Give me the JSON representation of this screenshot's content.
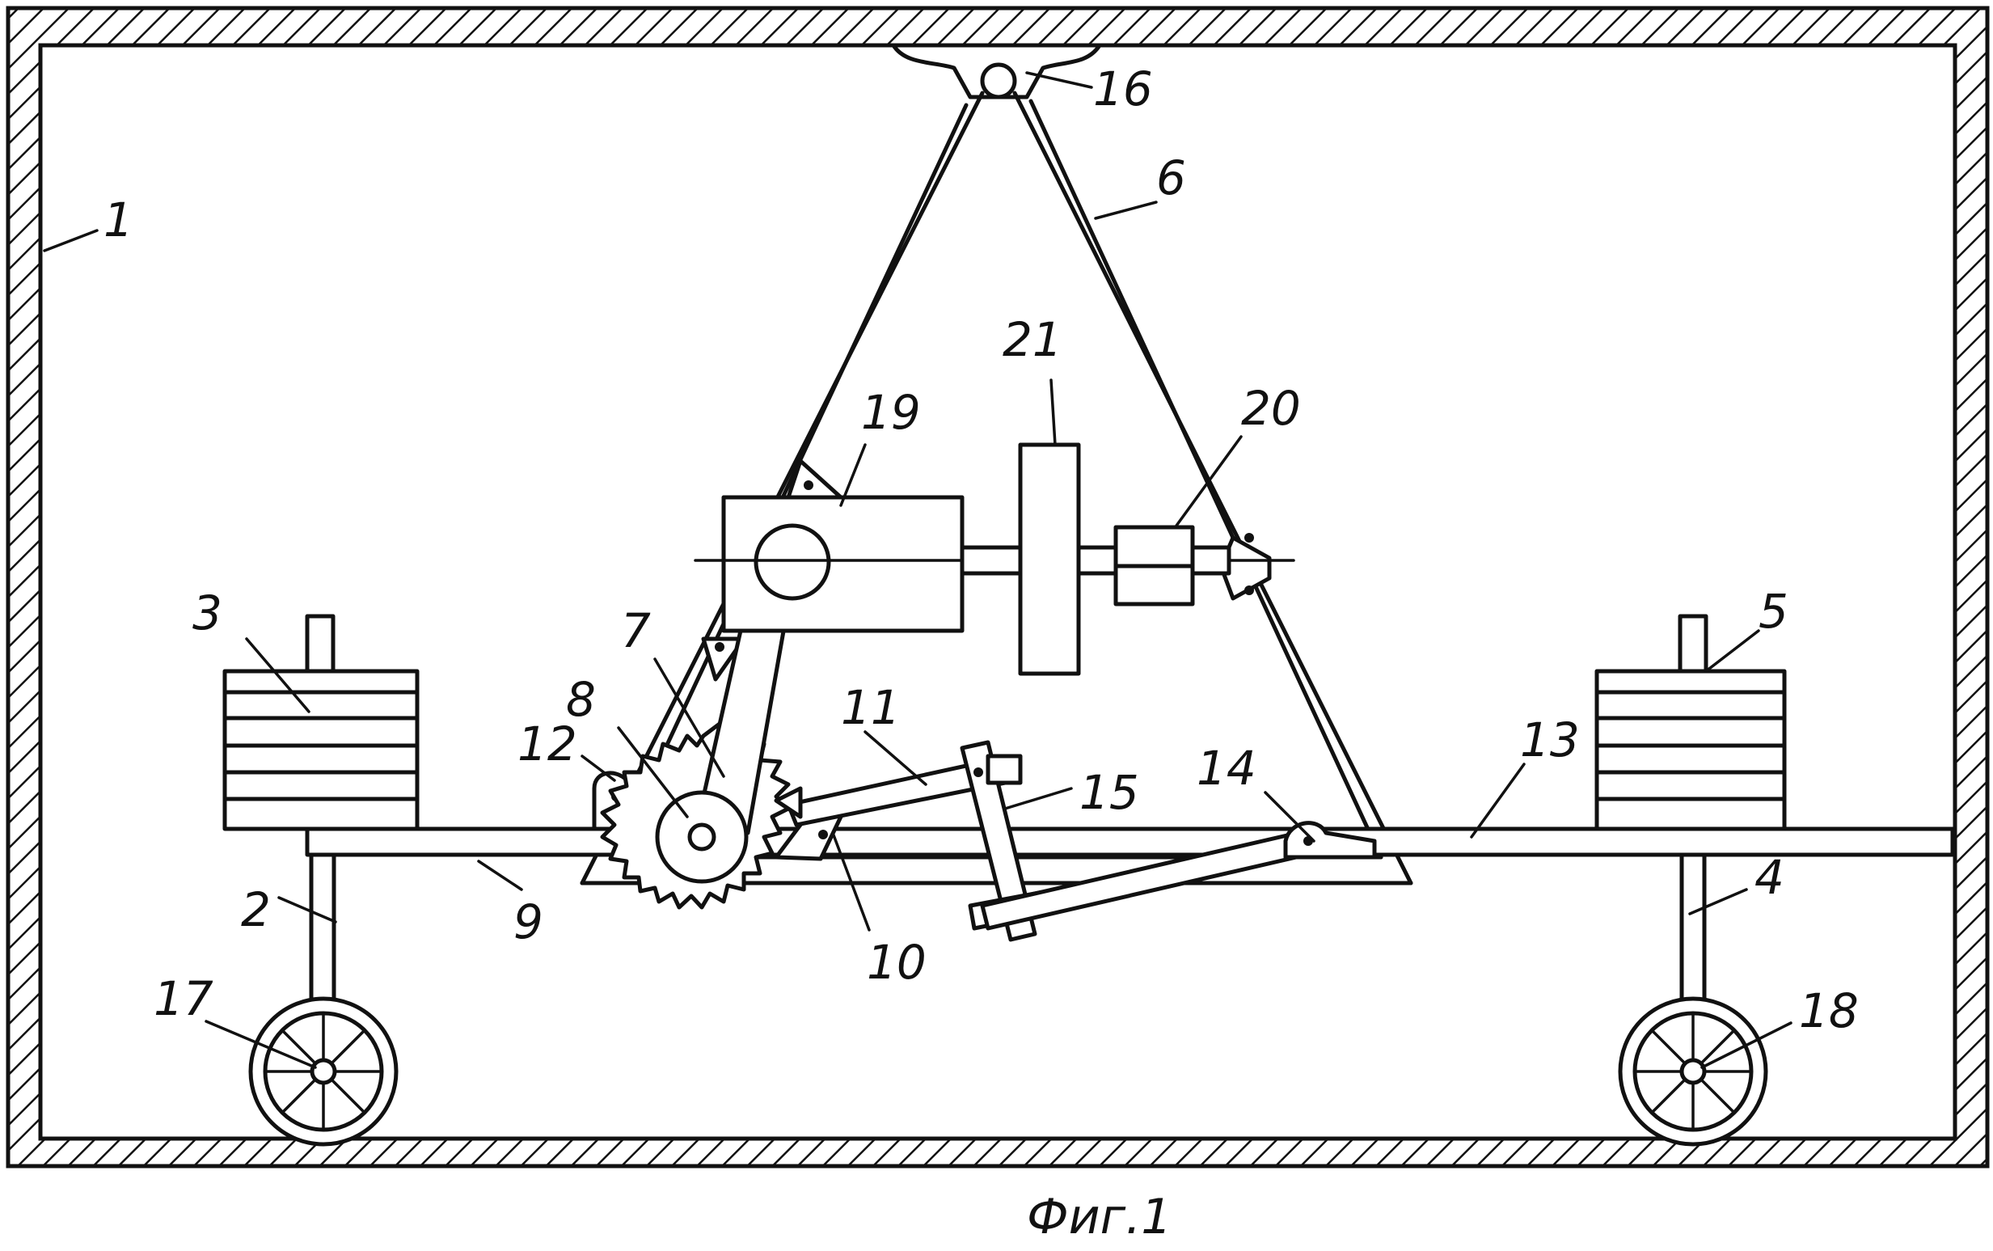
{
  "caption": "Фиг.1",
  "labels": {
    "l1": "1",
    "l2": "2",
    "l3": "3",
    "l4": "4",
    "l5": "5",
    "l6": "6",
    "l7": "7",
    "l8": "8",
    "l9": "9",
    "l10": "10",
    "l11": "11",
    "l12": "12",
    "l13": "13",
    "l14": "14",
    "l15": "15",
    "l16": "16",
    "l17": "17",
    "l18": "18",
    "l19": "19",
    "l20": "20",
    "l21": "21"
  }
}
